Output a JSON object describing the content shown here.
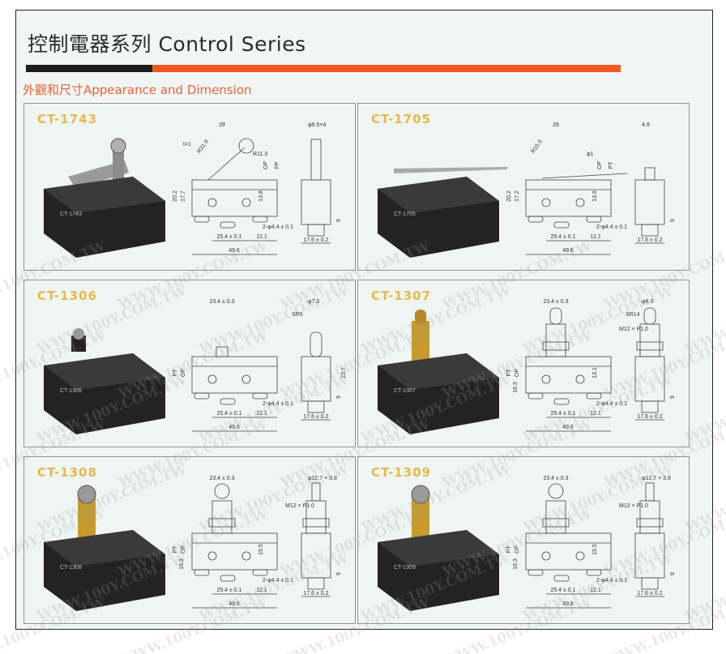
{
  "header": {
    "title": "控制電器系列 Control Series",
    "subtitle": "外觀和尺寸Appearance and Dimension"
  },
  "colors": {
    "accent": "#f05a22",
    "model": "#e8b84a",
    "subtitle": "#e8623a",
    "bar_dark": "#1d1d1d"
  },
  "watermark": "WWW.100Y.COM.TW",
  "common_dims": {
    "pitch": "25.4 ± 0.1",
    "offset": "12.1",
    "length": "49.6",
    "width": "17.6 ± 0.2",
    "holes": "2-φ4.4 ± 0.1",
    "height_term": "9"
  },
  "panels": [
    {
      "model": "CT-1743",
      "actuator": "roller-lever",
      "photo_label": "CT-1743",
      "labels": [
        {
          "slot": "top-center",
          "text": "28"
        },
        {
          "slot": "left-far",
          "text": "20.2"
        },
        {
          "slot": "left-near",
          "text": "17.7"
        },
        {
          "slot": "upper-left",
          "text": "t=1"
        },
        {
          "slot": "diag",
          "text": "R31.9"
        },
        {
          "slot": "mid",
          "text": "R11.3"
        },
        {
          "slot": "op",
          "text": "OP"
        },
        {
          "slot": "fp",
          "text": "FP"
        },
        {
          "slot": "inner",
          "text": "13.8"
        },
        {
          "slot": "end-top",
          "text": "φ9.5×4"
        }
      ]
    },
    {
      "model": "CT-1705",
      "actuator": "lever",
      "photo_label": "CT-1705",
      "labels": [
        {
          "slot": "top-center",
          "text": "26"
        },
        {
          "slot": "left-far",
          "text": "20.2"
        },
        {
          "slot": "left-near",
          "text": "17.2"
        },
        {
          "slot": "diag",
          "text": "R15.5"
        },
        {
          "slot": "mid",
          "text": "φ1"
        },
        {
          "slot": "op",
          "text": "OP"
        },
        {
          "slot": "fp",
          "text": "PT"
        },
        {
          "slot": "inner",
          "text": "13.9"
        },
        {
          "slot": "end-top",
          "text": "4.9"
        }
      ]
    },
    {
      "model": "CT-1306",
      "actuator": "plunger",
      "photo_label": "CT-1306",
      "labels": [
        {
          "slot": "top-center",
          "text": "23.4 ± 0.3"
        },
        {
          "slot": "left-far",
          "text": "PT"
        },
        {
          "slot": "left-near",
          "text": "OP"
        },
        {
          "slot": "end-top",
          "text": "φ7.3"
        },
        {
          "slot": "end-left",
          "text": "SR5"
        },
        {
          "slot": "end-right",
          "text": "23.7"
        }
      ]
    },
    {
      "model": "CT-1307",
      "actuator": "panel-plunger",
      "photo_label": "CT-1307",
      "labels": [
        {
          "slot": "top-center",
          "text": "23.4 ± 0.3"
        },
        {
          "slot": "left-far",
          "text": "PT"
        },
        {
          "slot": "left-near",
          "text": "OP"
        },
        {
          "slot": "inner",
          "text": "13.1"
        },
        {
          "slot": "base",
          "text": "16.3"
        },
        {
          "slot": "end-top",
          "text": "φ8.3"
        },
        {
          "slot": "end-left",
          "text": "SR14"
        },
        {
          "slot": "thread",
          "text": "M12 × P1.0"
        }
      ]
    },
    {
      "model": "CT-1308",
      "actuator": "panel-roller",
      "photo_label": "CT-1308",
      "labels": [
        {
          "slot": "top-center",
          "text": "23.4 ± 0.3"
        },
        {
          "slot": "left-far",
          "text": "PT"
        },
        {
          "slot": "left-near",
          "text": "OP"
        },
        {
          "slot": "inner",
          "text": "15.5"
        },
        {
          "slot": "base",
          "text": "16.3"
        },
        {
          "slot": "end-top",
          "text": "φ12.7 × 3.8"
        },
        {
          "slot": "thread",
          "text": "M12 × P1.0"
        }
      ]
    },
    {
      "model": "CT-1309",
      "actuator": "panel-roller-cross",
      "photo_label": "CT-1309",
      "labels": [
        {
          "slot": "top-center",
          "text": "23.4 ± 0.3"
        },
        {
          "slot": "left-far",
          "text": "PT"
        },
        {
          "slot": "left-near",
          "text": "OP"
        },
        {
          "slot": "inner",
          "text": "15.5"
        },
        {
          "slot": "base",
          "text": "16.3"
        },
        {
          "slot": "end-top",
          "text": "φ12.7 × 3.8"
        },
        {
          "slot": "thread",
          "text": "M12 × P1.0"
        }
      ]
    }
  ]
}
